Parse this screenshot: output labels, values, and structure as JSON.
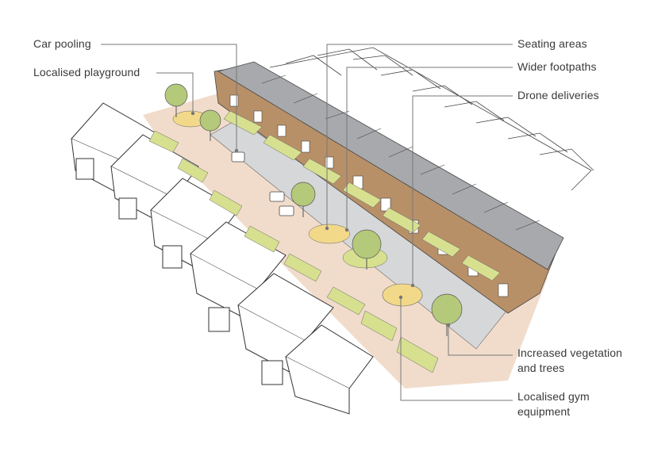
{
  "labels": {
    "car_pooling": "Car pooling",
    "localised_playground": "Localised playground",
    "seating_areas": "Seating areas",
    "wider_footpaths": "Wider footpaths",
    "drone_deliveries": "Drone deliveries",
    "vegetation_line1": "Increased vegetation",
    "vegetation_line2": "and trees",
    "gym_line1": "Localised gym",
    "gym_line2": "equipment"
  },
  "colors": {
    "brick": "#b89068",
    "roof": "#a7a9ac",
    "footpath": "#f1dccb",
    "road": "#d6d7d9",
    "grass": "#d7e08f",
    "tree": "#b5c97a",
    "play": "#f2d98a",
    "leader": "#777777"
  }
}
